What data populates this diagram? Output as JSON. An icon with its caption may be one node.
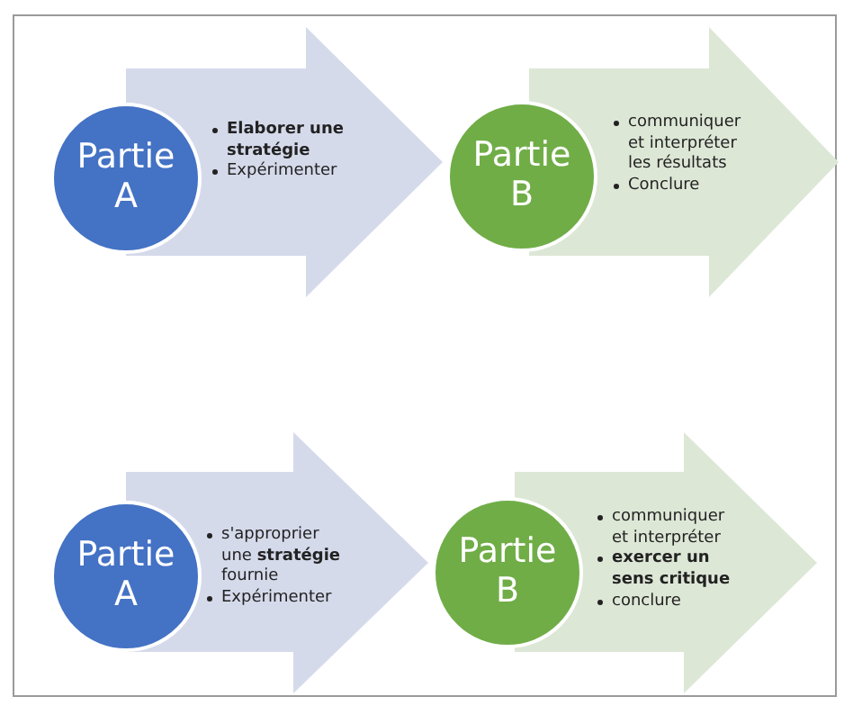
{
  "diagram": {
    "nodes": [
      {
        "text": [
          "Partie A"
        ]
      },
      {
        "text": [
          "**Elaborer une stratégie**",
          "Expérimenter"
        ]
      },
      {
        "text": [
          "Partie B"
        ]
      },
      {
        "text": [
          "communiquer et interpréter les résultats",
          "Conclure"
        ]
      },
      {
        "text": [
          "Partie A"
        ]
      },
      {
        "text": [
          "s'approprier une **stratégie** fournie",
          "Expérimenter"
        ]
      },
      {
        "text": [
          "Partie B"
        ]
      },
      {
        "text": [
          "communiquer et interpréter",
          "**exercer un sens critique**",
          "conclure"
        ]
      }
    ]
  }
}
